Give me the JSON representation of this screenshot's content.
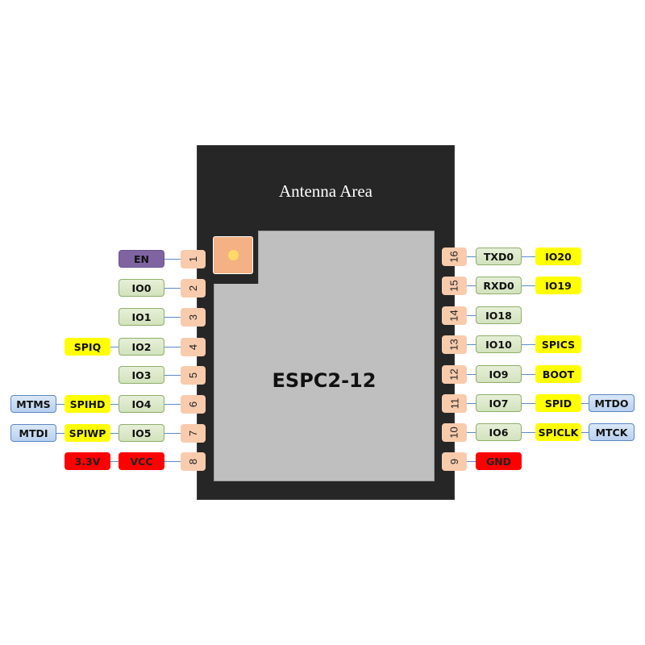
{
  "module": {
    "name": "ESPC2-12",
    "antenna_label": "Antenna Area"
  },
  "colors": {
    "chip_body": "#262626",
    "shield": "#bfbfbf",
    "pin_pad": "#f8cbad",
    "gpio": "#d8e4bc",
    "spi": "#ffff00",
    "jtag": "#b8d0ef",
    "power": "#ff0000",
    "control": "#8064a2"
  },
  "pins_left": [
    {
      "num": "1",
      "labels": [
        {
          "text": "EN",
          "type": "ctrl"
        }
      ]
    },
    {
      "num": "2",
      "labels": [
        {
          "text": "IO0",
          "type": "gpio"
        }
      ]
    },
    {
      "num": "3",
      "labels": [
        {
          "text": "IO1",
          "type": "gpio"
        }
      ]
    },
    {
      "num": "4",
      "labels": [
        {
          "text": "IO2",
          "type": "gpio"
        },
        {
          "text": "SPIQ",
          "type": "spi"
        }
      ]
    },
    {
      "num": "5",
      "labels": [
        {
          "text": "IO3",
          "type": "gpio"
        }
      ]
    },
    {
      "num": "6",
      "labels": [
        {
          "text": "IO4",
          "type": "gpio"
        },
        {
          "text": "SPIHD",
          "type": "spi"
        },
        {
          "text": "MTMS",
          "type": "jtag"
        }
      ]
    },
    {
      "num": "7",
      "labels": [
        {
          "text": "IO5",
          "type": "gpio"
        },
        {
          "text": "SPIWP",
          "type": "spi"
        },
        {
          "text": "MTDI",
          "type": "jtag"
        }
      ]
    },
    {
      "num": "8",
      "labels": [
        {
          "text": "VCC",
          "type": "pwr"
        },
        {
          "text": "3.3V",
          "type": "pwr"
        }
      ]
    }
  ],
  "pins_right": [
    {
      "num": "16",
      "labels": [
        {
          "text": "TXD0",
          "type": "gpio"
        },
        {
          "text": "IO20",
          "type": "spi"
        }
      ]
    },
    {
      "num": "15",
      "labels": [
        {
          "text": "RXD0",
          "type": "gpio"
        },
        {
          "text": "IO19",
          "type": "spi"
        }
      ]
    },
    {
      "num": "14",
      "labels": [
        {
          "text": "IO18",
          "type": "gpio"
        }
      ]
    },
    {
      "num": "13",
      "labels": [
        {
          "text": "IO10",
          "type": "gpio"
        },
        {
          "text": "SPICS",
          "type": "spi"
        }
      ]
    },
    {
      "num": "12",
      "labels": [
        {
          "text": "IO9",
          "type": "gpio"
        },
        {
          "text": "BOOT",
          "type": "spi"
        }
      ]
    },
    {
      "num": "11",
      "labels": [
        {
          "text": "IO7",
          "type": "gpio"
        },
        {
          "text": "SPID",
          "type": "spi"
        },
        {
          "text": "MTDO",
          "type": "jtag"
        }
      ]
    },
    {
      "num": "10",
      "labels": [
        {
          "text": "IO6",
          "type": "gpio"
        },
        {
          "text": "SPICLK",
          "type": "spi"
        },
        {
          "text": "MTCK",
          "type": "jtag"
        }
      ]
    },
    {
      "num": "9",
      "labels": [
        {
          "text": "GND",
          "type": "pwr"
        }
      ]
    }
  ]
}
